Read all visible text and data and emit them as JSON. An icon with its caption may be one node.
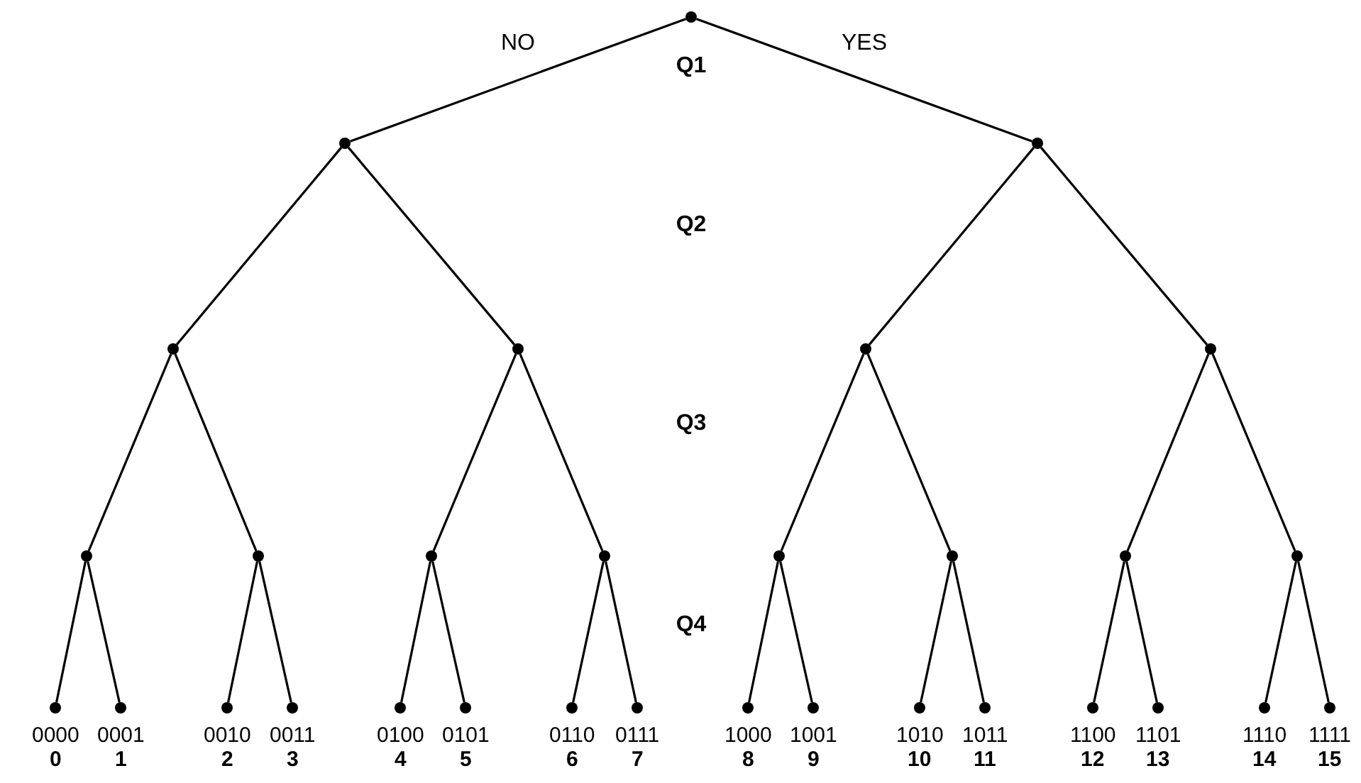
{
  "diagram": {
    "nodes": [
      {
        "text": [],
        "shape": "circle"
      },
      {
        "text": [],
        "shape": "circle"
      },
      {
        "text": [],
        "shape": "circle"
      },
      {
        "text": [],
        "shape": "circle"
      },
      {
        "text": [],
        "shape": "circle"
      },
      {
        "text": [],
        "shape": "circle"
      },
      {
        "text": [],
        "shape": "circle"
      },
      {
        "text": [],
        "shape": "circle"
      },
      {
        "text": [],
        "shape": "circle"
      },
      {
        "text": [],
        "shape": "circle"
      },
      {
        "text": [],
        "shape": "circle"
      },
      {
        "text": [],
        "shape": "circle"
      },
      {
        "text": [],
        "shape": "circle"
      },
      {
        "text": [],
        "shape": "circle"
      },
      {
        "text": [],
        "shape": "circle"
      },
      {
        "text": [],
        "shape": "circle",
        "beside": [
          "0000",
          "0"
        ]
      },
      {
        "text": [],
        "shape": "circle",
        "beside": [
          "0001",
          "1"
        ]
      },
      {
        "text": [],
        "shape": "circle",
        "beside": [
          "0010",
          "2"
        ]
      },
      {
        "text": [],
        "shape": "circle",
        "beside": [
          "0011",
          "3"
        ]
      },
      {
        "text": [],
        "shape": "circle",
        "beside": [
          "0100",
          "4"
        ]
      },
      {
        "text": [],
        "shape": "circle",
        "beside": [
          "0101",
          "5"
        ]
      },
      {
        "text": [],
        "shape": "circle",
        "beside": [
          "0110",
          "6"
        ]
      },
      {
        "text": [],
        "shape": "circle",
        "beside": [
          "0111",
          "7"
        ]
      },
      {
        "text": [],
        "shape": "circle",
        "beside": [
          "1000",
          "8"
        ]
      },
      {
        "text": [],
        "shape": "circle",
        "beside": [
          "1001",
          "9"
        ]
      },
      {
        "text": [],
        "shape": "circle",
        "beside": [
          "1010",
          "10"
        ]
      },
      {
        "text": [],
        "shape": "circle",
        "beside": [
          "1011",
          "11"
        ]
      },
      {
        "text": [],
        "shape": "circle",
        "beside": [
          "1100",
          "12"
        ]
      },
      {
        "text": [],
        "shape": "circle",
        "beside": [
          "1101",
          "13"
        ]
      },
      {
        "text": [],
        "shape": "circle",
        "beside": [
          "1110",
          "14"
        ]
      },
      {
        "text": [],
        "shape": "circle",
        "beside": [
          "1111",
          "15"
        ]
      }
    ],
    "edges": [
      {
        "from": 0,
        "to": 1,
        "arrow": "none",
        "label": "NO"
      },
      {
        "from": 0,
        "to": 2,
        "arrow": "none",
        "label": "YES"
      },
      {
        "from": 1,
        "to": 3,
        "arrow": "none"
      },
      {
        "from": 1,
        "to": 4,
        "arrow": "none"
      },
      {
        "from": 2,
        "to": 5,
        "arrow": "none"
      },
      {
        "from": 2,
        "to": 6,
        "arrow": "none"
      },
      {
        "from": 3,
        "to": 7,
        "arrow": "none"
      },
      {
        "from": 3,
        "to": 8,
        "arrow": "none"
      },
      {
        "from": 4,
        "to": 9,
        "arrow": "none"
      },
      {
        "from": 4,
        "to": 10,
        "arrow": "none"
      },
      {
        "from": 5,
        "to": 11,
        "arrow": "none"
      },
      {
        "from": 5,
        "to": 12,
        "arrow": "none"
      },
      {
        "from": 6,
        "to": 13,
        "arrow": "none"
      },
      {
        "from": 6,
        "to": 14,
        "arrow": "none"
      },
      {
        "from": 7,
        "to": 15,
        "arrow": "none"
      },
      {
        "from": 7,
        "to": 16,
        "arrow": "none"
      },
      {
        "from": 8,
        "to": 17,
        "arrow": "none"
      },
      {
        "from": 8,
        "to": 18,
        "arrow": "none"
      },
      {
        "from": 9,
        "to": 19,
        "arrow": "none"
      },
      {
        "from": 9,
        "to": 20,
        "arrow": "none"
      },
      {
        "from": 10,
        "to": 21,
        "arrow": "none"
      },
      {
        "from": 10,
        "to": 22,
        "arrow": "none"
      },
      {
        "from": 11,
        "to": 23,
        "arrow": "none"
      },
      {
        "from": 11,
        "to": 24,
        "arrow": "none"
      },
      {
        "from": 12,
        "to": 25,
        "arrow": "none"
      },
      {
        "from": 12,
        "to": 26,
        "arrow": "none"
      },
      {
        "from": 13,
        "to": 27,
        "arrow": "none"
      },
      {
        "from": 13,
        "to": 28,
        "arrow": "none"
      },
      {
        "from": 14,
        "to": 29,
        "arrow": "none"
      },
      {
        "from": 14,
        "to": 30,
        "arrow": "none"
      }
    ],
    "labels": [
      "Q1",
      "Q2",
      "Q3",
      "Q4"
    ]
  }
}
